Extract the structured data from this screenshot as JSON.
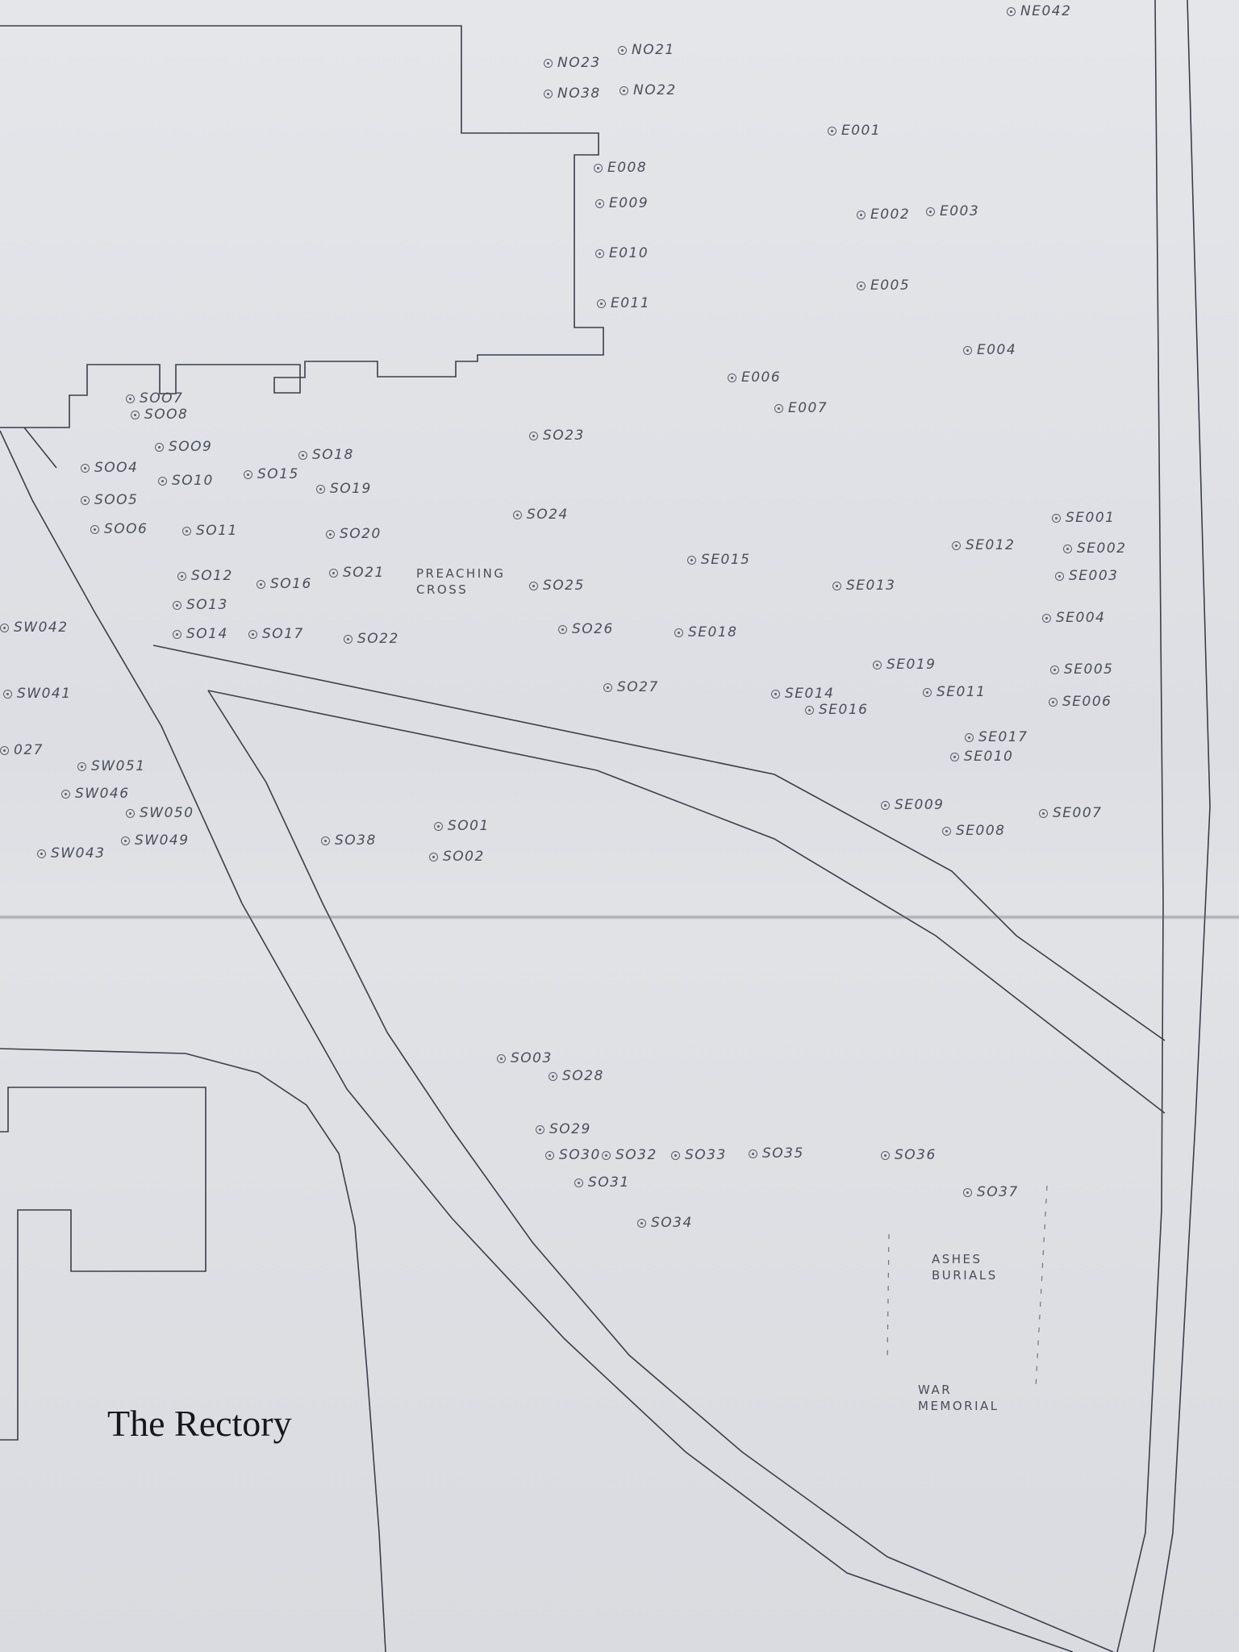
{
  "map": {
    "rectory_title": "The Rectory",
    "notes": {
      "preaching_cross": "PREACHING\nCROSS",
      "ashes_burials": "ASHES\nBURIALS",
      "war_memorial": "WAR\nMEMORIAL"
    },
    "graves": [
      "NE042",
      "NO23",
      "NO21",
      "NO38",
      "NO22",
      "E001",
      "E008",
      "E009",
      "E002",
      "E003",
      "E010",
      "E005",
      "E011",
      "E004",
      "E006",
      "E007",
      "SOO7",
      "SOO8",
      "SO23",
      "SOO9",
      "SO18",
      "SOO4",
      "SO10",
      "SO15",
      "SO19",
      "SOO5",
      "SO24",
      "SOO6",
      "SO11",
      "SO20",
      "SE001",
      "SE012",
      "SE002",
      "SE015",
      "SO12",
      "SO16",
      "SO21",
      "SO25",
      "SE013",
      "SE003",
      "SO13",
      "SW042",
      "SO14",
      "SO17",
      "SO22",
      "SO26",
      "SE018",
      "SE004",
      "SE019",
      "SE005",
      "SO27",
      "SE014",
      "SE016",
      "SE011",
      "SE006",
      "SW041",
      "SE017",
      "SE010",
      "027",
      "SW051",
      "SW046",
      "SW050",
      "SE009",
      "SO01",
      "SE008",
      "SE007",
      "SW049",
      "SO38",
      "SW043",
      "SO02",
      "SO03",
      "SO28",
      "SO29",
      "SO30",
      "SO32",
      "SO33",
      "SO35",
      "SO36",
      "SO31",
      "SO37",
      "SO34"
    ]
  }
}
